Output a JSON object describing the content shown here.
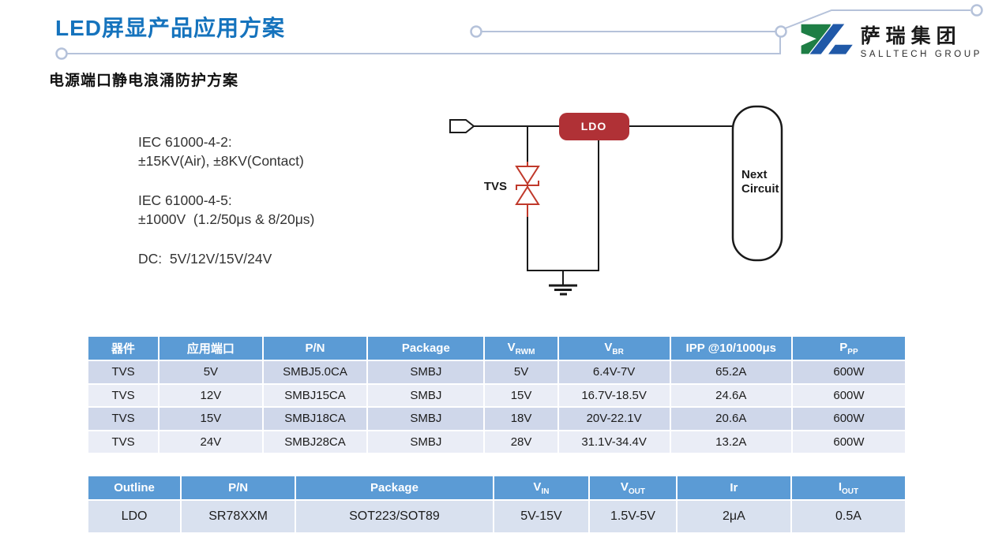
{
  "slide": {
    "title": "LED屏显产品应用方案",
    "subtitle": "电源端口静电浪涌防护方案"
  },
  "logo": {
    "name_cn": "萨瑞集团",
    "name_en": "SALLTECH GROUP"
  },
  "specs": {
    "groups": [
      {
        "l1": "IEC 61000-4-2:",
        "l2": "±15KV(Air), ±8KV(Contact)"
      },
      {
        "l1": "IEC 61000-4-5:",
        "l2": "±1000V  (1.2/50μs & 8/20μs)"
      },
      {
        "l1": "DC:  5V/12V/15V/24V",
        "l2": ""
      }
    ]
  },
  "circuit": {
    "tvs_label": "TVS",
    "ldo_label": "LDO",
    "next_line1": "Next",
    "next_line2": "Circuit"
  },
  "colors": {
    "accent_blue": "#1573bd",
    "table_header_blue": "#5b9bd5",
    "row_dark": "#cfd7ea",
    "row_light": "#eaedf6",
    "ldo_row": "#d9e1ef",
    "ldo_box_red": "#b03136",
    "tvs_red": "#c0392b",
    "trace_gray_blue": "#b5c2da",
    "logo_green": "#1e7e45",
    "logo_blue": "#2059a8"
  },
  "tvs_table": {
    "headers": [
      {
        "t": "器件"
      },
      {
        "t": "应用端口"
      },
      {
        "t": "P/N"
      },
      {
        "t": "Package"
      },
      {
        "t": "V",
        "s": "RWM"
      },
      {
        "t": "V",
        "s": "BR"
      },
      {
        "t": "IPP @10/1000μs"
      },
      {
        "t": "P",
        "s": "PP"
      }
    ],
    "rows": [
      [
        "TVS",
        "5V",
        "SMBJ5.0CA",
        "SMBJ",
        "5V",
        "6.4V-7V",
        "65.2A",
        "600W"
      ],
      [
        "TVS",
        "12V",
        "SMBJ15CA",
        "SMBJ",
        "15V",
        "16.7V-18.5V",
        "24.6A",
        "600W"
      ],
      [
        "TVS",
        "15V",
        "SMBJ18CA",
        "SMBJ",
        "18V",
        "20V-22.1V",
        "20.6A",
        "600W"
      ],
      [
        "TVS",
        "24V",
        "SMBJ28CA",
        "SMBJ",
        "28V",
        "31.1V-34.4V",
        "13.2A",
        "600W"
      ]
    ]
  },
  "ldo_table": {
    "headers": [
      {
        "t": "Outline"
      },
      {
        "t": "P/N"
      },
      {
        "t": "Package"
      },
      {
        "t": "V",
        "s": "IN"
      },
      {
        "t": "V",
        "s": "OUT"
      },
      {
        "t": "Ir"
      },
      {
        "t": "I",
        "s": "OUT"
      }
    ],
    "rows": [
      [
        "LDO",
        "SR78XXM",
        "SOT223/SOT89",
        "5V-15V",
        "1.5V-5V",
        "2μA",
        "0.5A"
      ]
    ]
  }
}
